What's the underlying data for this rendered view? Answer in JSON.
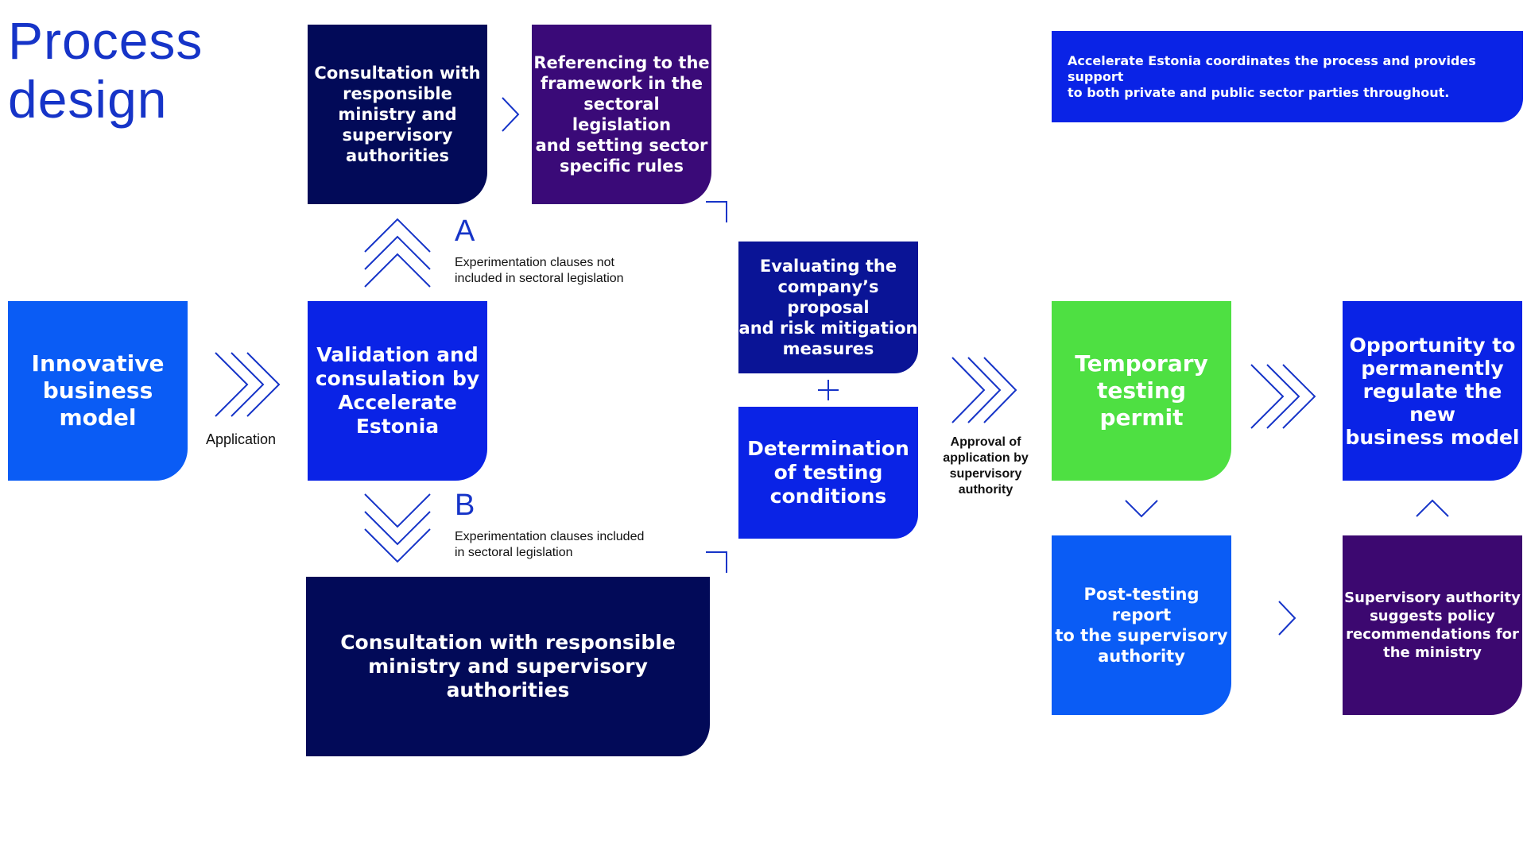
{
  "title_line1": "Process",
  "title_line2": "design",
  "note": {
    "line1": "Accelerate Estonia coordinates the process and provides support",
    "line2": "to both private and public sector parties throughout."
  },
  "boxes": {
    "innovative": [
      "Innovative",
      "business",
      "model"
    ],
    "validation": [
      "Validation and",
      "consulation by",
      "Accelerate",
      "Estonia"
    ],
    "consult_a": [
      "Consultation with",
      "responsible",
      "ministry and",
      "supervisory",
      "authorities"
    ],
    "referencing": [
      "Referencing to the",
      "framework in the",
      "sectoral legislation",
      "and setting sector",
      "specific rules"
    ],
    "consult_b": [
      "Consultation with responsible",
      "ministry and supervisory authorities"
    ],
    "evaluating": [
      "Evaluating the",
      "company’s proposal",
      "and risk mitigation",
      "measures"
    ],
    "determination": [
      "Determination",
      "of testing",
      "conditions"
    ],
    "temporary": [
      "Temporary",
      "testing",
      "permit"
    ],
    "opportunity": [
      "Opportunity to",
      "permanently",
      "regulate the new",
      "business model"
    ],
    "post_testing": [
      "Post-testing report",
      "to the supervisory",
      "authority"
    ],
    "supervisory": [
      "Supervisory authority",
      "suggests policy",
      "recommendations for",
      "the ministry"
    ]
  },
  "labels": {
    "application": "Application",
    "approval": [
      "Approval of",
      "application by",
      "supervisory",
      "authority"
    ],
    "branch_a": "A",
    "branch_b": "B",
    "clause_a_line1": "Experimentation clauses not",
    "clause_a_line2": "included in sectoral legislation",
    "clause_b_line1": "Experimentation clauses included",
    "clause_b_line2": "in sectoral legislation"
  },
  "colors": {
    "bright_blue": "#0a5cf5",
    "royal_blue": "#0a23e6",
    "navy": "#020a58",
    "dark_blue": "#0a1496",
    "purple": "#3a0a78",
    "deep_purple": "#3c0870",
    "green": "#4ee042",
    "arrow": "#1634c8"
  }
}
